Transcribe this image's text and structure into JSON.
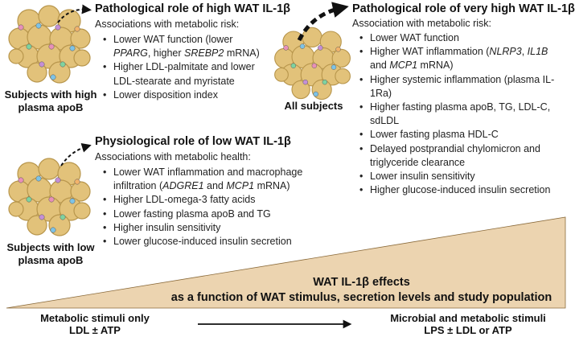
{
  "panel_high": {
    "title": "Pathological role of high WAT IL-1β",
    "subtitle": "Associations with metabolic risk:",
    "items": [
      "Lower WAT function (lower PPARG, higher SREBP2 mRNA)",
      "Higher LDL-palmitate and lower LDL-stearate and myristate",
      "Lower disposition index"
    ],
    "cell_caption": "Subjects with high plasma apoB"
  },
  "panel_very_high": {
    "title": "Pathological role of very high WAT IL-1β",
    "subtitle": "Association with metabolic risk:",
    "items": [
      "Lower WAT function",
      "Higher WAT inflammation (NLRP3, IL1B and MCP1 mRNA)",
      "Higher systemic inflammation (plasma IL-1Ra)",
      "Higher fasting plasma apoB, TG, LDL-C, sdLDL",
      "Lower fasting plasma HDL-C",
      "Delayed postprandial chylomicron and triglyceride clearance",
      "Lower insulin sensitivity",
      "Higher glucose-induced insulin secretion"
    ],
    "cell_caption": "All subjects"
  },
  "panel_low": {
    "title": "Physiological role of low WAT IL-1β",
    "subtitle": "Associations with metabolic health:",
    "items": [
      "Lower WAT inflammation and macrophage infiltration (ADGRE1 and MCP1 mRNA)",
      "Higher LDL-omega-3 fatty acids",
      "Lower fasting plasma apoB and TG",
      "Higher insulin sensitivity",
      "Lower glucose-induced insulin secretion"
    ],
    "cell_caption": "Subjects with low plasma apoB"
  },
  "triangle": {
    "line1": "WAT IL-1β effects",
    "line2": "as a function of WAT stimulus, secretion levels and study population"
  },
  "bottom": {
    "left_line1": "Metabolic stimuli only",
    "left_line2": "LDL ± ATP",
    "right_line1": "Microbial and metabolic stimuli",
    "right_line2": "LPS ± LDL or ATP"
  },
  "colors": {
    "triangle_fill": "#ecd4b0",
    "adipocyte": "#e2c27a",
    "adipocyte_stroke": "#b8964c"
  }
}
